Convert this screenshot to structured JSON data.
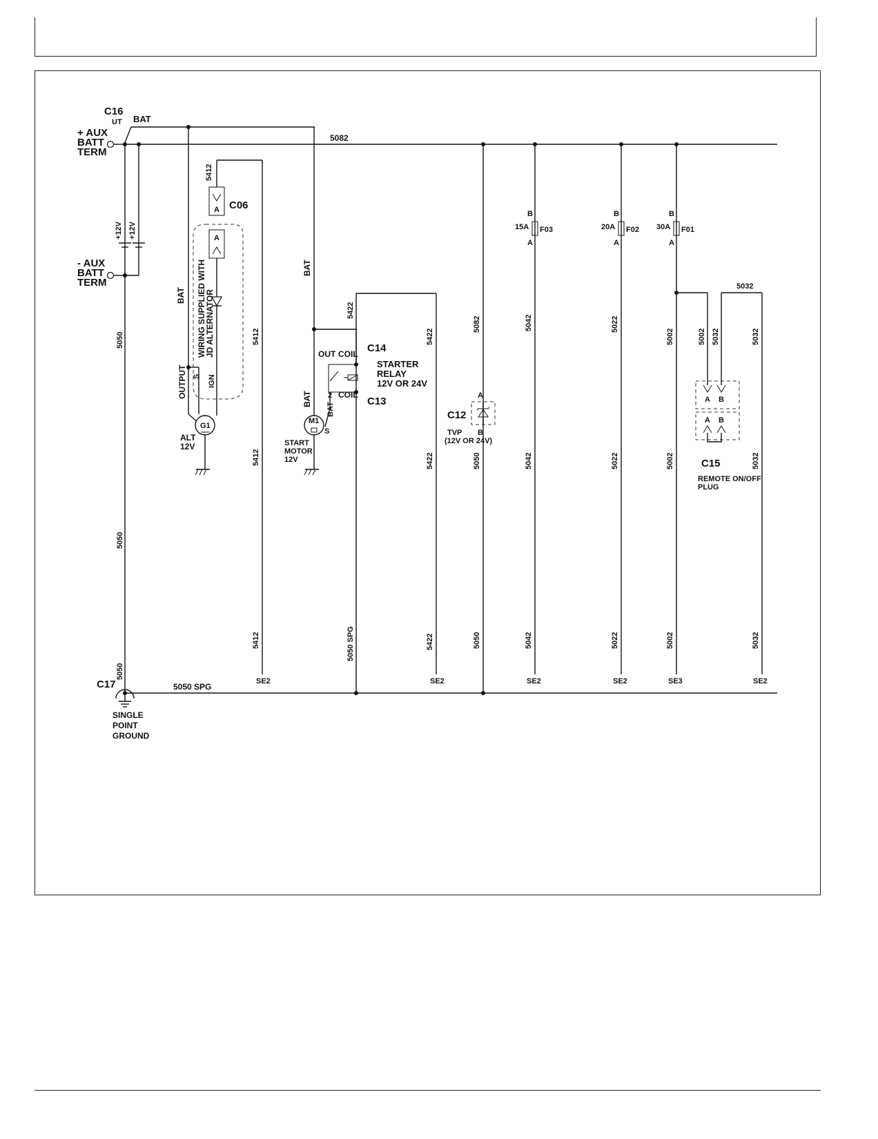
{
  "connectors": {
    "c16": "C16",
    "c16_sub": "UT",
    "c17": "C17",
    "c06": "C06",
    "c14": "C14",
    "c13": "C13",
    "c12": "C12",
    "c15": "C15"
  },
  "labels": {
    "bat": "BAT",
    "aux_pos_1": "+ AUX",
    "aux_pos_2": "BATT",
    "aux_pos_3": "TERM",
    "aux_neg_1": "- AUX",
    "aux_neg_2": "BATT",
    "aux_neg_3": "TERM",
    "plus12v": "+12V",
    "wiring_1": "WIRING SUPPLIED WITH",
    "wiring_2": "JD ALTERNATOR",
    "output": "OUTPUT",
    "s": "S",
    "ign": "IGN",
    "g1": "G1",
    "alt": "ALT",
    "alt_v": "12V",
    "m1": "M1",
    "start_1": "START",
    "start_2": "MOTOR",
    "start_3": "12V",
    "out": "OUT",
    "coil": "COIL",
    "two": "2",
    "relay_1": "STARTER",
    "relay_2": "RELAY",
    "relay_3": "12V OR 24V",
    "tvp_1": "TVP",
    "tvp_2": "(12V OR 24V)",
    "pin_a": "A",
    "pin_b": "B",
    "fuse_15a": "15A",
    "fuse_20a": "20A",
    "fuse_30a": "30A",
    "f03": "F03",
    "f02": "F02",
    "f01": "F01",
    "remote_1": "REMOTE ON/OFF",
    "remote_2": "PLUG",
    "ground_1": "SINGLE",
    "ground_2": "POINT",
    "ground_3": "GROUND",
    "se2": "SE2",
    "se3": "SE3"
  },
  "wires": {
    "w5082": "5082",
    "w5050": "5050",
    "w5050spg": "5050 SPG",
    "w5412": "5412",
    "w5422": "5422",
    "w5042": "5042",
    "w5022": "5022",
    "w5002": "5002",
    "w5032": "5032"
  }
}
